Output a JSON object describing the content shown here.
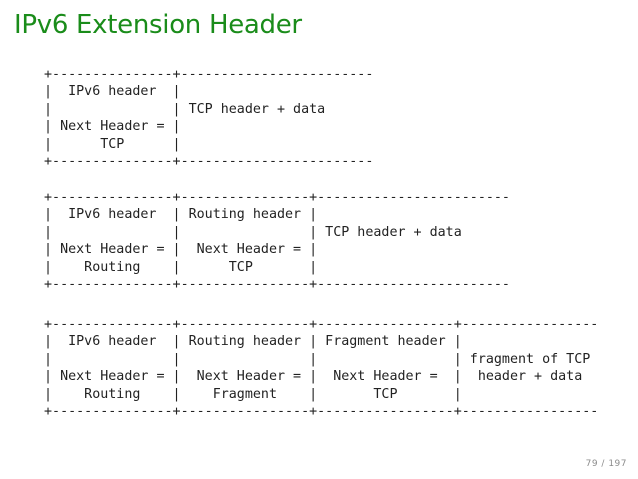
{
  "slide": {
    "title": "IPv6 Extension Header",
    "page_number": "79 / 197",
    "colors": {
      "title_green": "#1a8c1a",
      "diagram_text": "#222222",
      "page_number_gray": "#8c8c8c",
      "background": "#ffffff"
    }
  },
  "diagrams": [
    {
      "description_chain": [
        "IPv6 header (Next Header = TCP)",
        "TCP header + data"
      ],
      "ascii": "+---------------+------------------------\n|  IPv6 header  |\n|               | TCP header + data\n| Next Header = |\n|      TCP      |\n+---------------+------------------------"
    },
    {
      "description_chain": [
        "IPv6 header (Next Header = Routing)",
        "Routing header (Next Header = TCP)",
        "TCP header + data"
      ],
      "ascii": "+---------------+----------------+------------------------\n|  IPv6 header  | Routing header |\n|               |                | TCP header + data\n| Next Header = |  Next Header = |\n|    Routing    |      TCP       |\n+---------------+----------------+------------------------"
    },
    {
      "description_chain": [
        "IPv6 header (Next Header = Routing)",
        "Routing header (Next Header = Fragment)",
        "Fragment header (Next Header = TCP)",
        "fragment of TCP header + data"
      ],
      "ascii": "+---------------+----------------+-----------------+-----------------\n|  IPv6 header  | Routing header | Fragment header |\n|               |                |                 | fragment of TCP\n| Next Header = |  Next Header = |  Next Header =  |  header + data\n|    Routing    |    Fragment    |       TCP       |\n+---------------+----------------+-----------------+-----------------"
    }
  ]
}
